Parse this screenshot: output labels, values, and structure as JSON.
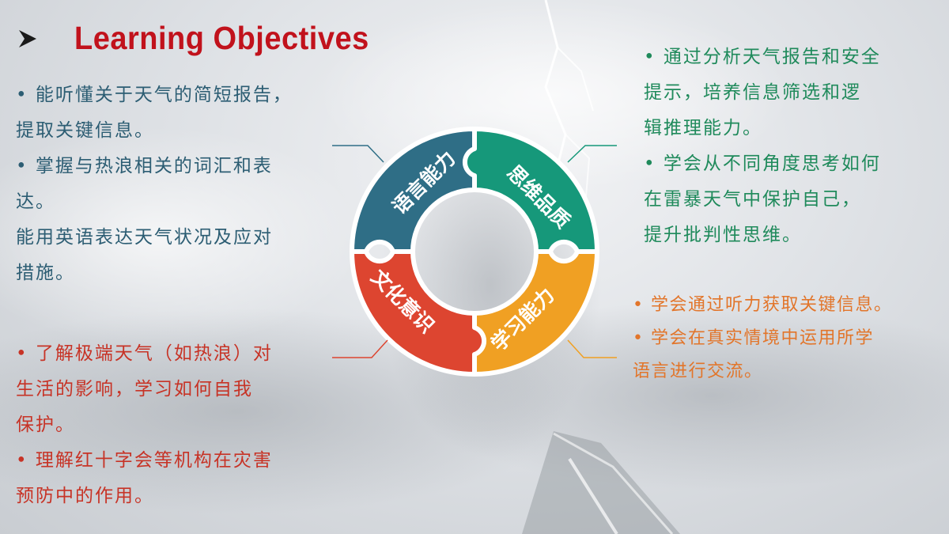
{
  "title": "Learning Objectives",
  "wheel": {
    "segments": [
      {
        "label": "语言能力",
        "color": "#2f6e86"
      },
      {
        "label": "思维品质",
        "color": "#16987a"
      },
      {
        "label": "学习能力",
        "color": "#f0a023"
      },
      {
        "label": "文化意识",
        "color": "#dd4530"
      }
    ]
  },
  "left_top": {
    "lines": [
      "• 能听懂关于天气的简短报告，",
      "提取关键信息。",
      "• 掌握与热浪相关的词汇和表",
      "达。",
      "能用英语表达天气状况及应对",
      "措施。"
    ]
  },
  "left_bottom": {
    "lines": [
      "• 了解极端天气（如热浪）对",
      "生活的影响，学习如何自我",
      "保护。",
      "• 理解红十字会等机构在灾害",
      "预防中的作用。"
    ]
  },
  "right_top": {
    "lines": [
      "• 通过分析天气报告和安全",
      "提示，培养信息筛选和逻",
      "辑推理能力。",
      "• 学会从不同角度思考如何",
      "在雷暴天气中保护自己，",
      "提升批判性思维。"
    ]
  },
  "right_bottom": {
    "lines": [
      "• 学会通过听力获取关键信息。",
      "• 学会在真实情境中运用所学",
      "语言进行交流。"
    ]
  }
}
